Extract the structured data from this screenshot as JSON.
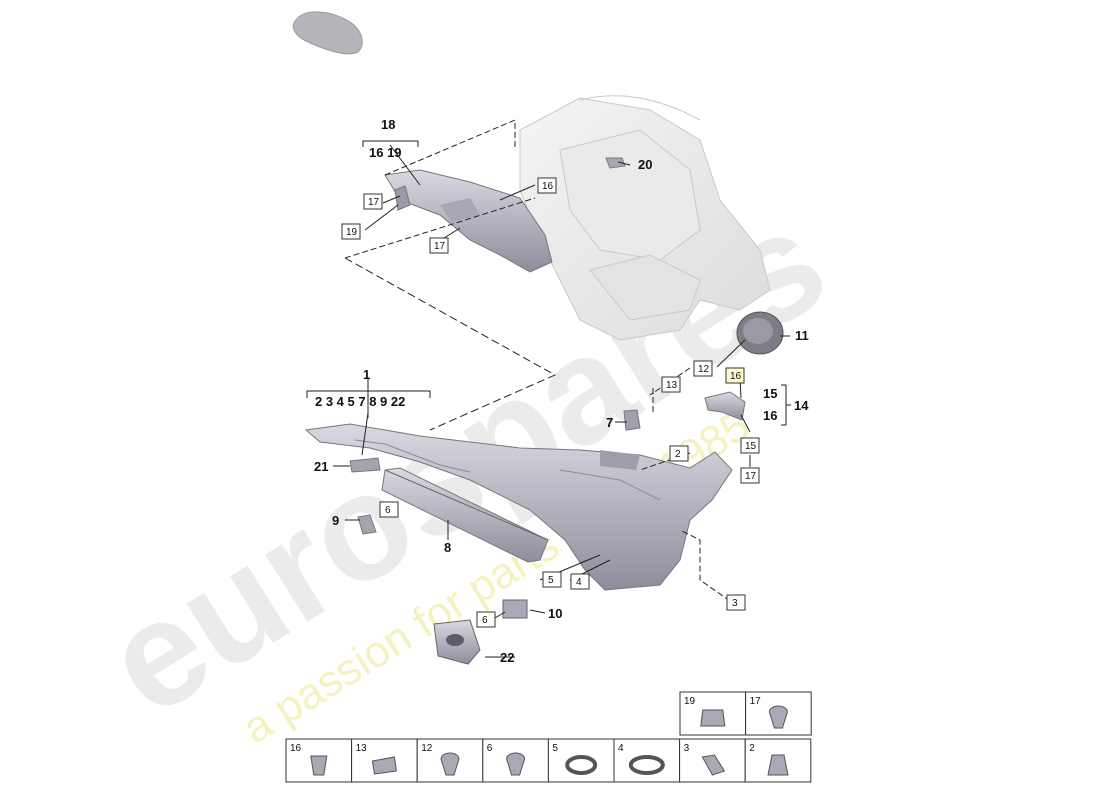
{
  "watermark": {
    "brand": "eurospares",
    "tagline": "a passion for parts since 1985"
  },
  "callouts": {
    "n1": "1",
    "n1_sub": "2 3 4 5   7 8 9 22",
    "n7": "7",
    "n8": "8",
    "n9": "9",
    "n10": "10",
    "n11": "11",
    "n14": "14",
    "n15": "15",
    "n16": "16",
    "n18": "18",
    "n18_sub": "16 19",
    "n20": "20",
    "n21": "21",
    "n22": "22"
  },
  "boxes": {
    "b17a": "17",
    "b19": "19",
    "b17b": "17",
    "b16a": "16",
    "b12": "12",
    "b13": "13",
    "b16b": "16",
    "b2": "2",
    "b15": "15",
    "b17c": "17",
    "b6a": "6",
    "b5": "5",
    "b4": "4",
    "b6b": "6",
    "b3": "3"
  },
  "fastener_table": {
    "top_row": [
      "19",
      "17"
    ],
    "bottom_row": [
      "16",
      "13",
      "12",
      "6",
      "5",
      "4",
      "3",
      "2"
    ]
  }
}
